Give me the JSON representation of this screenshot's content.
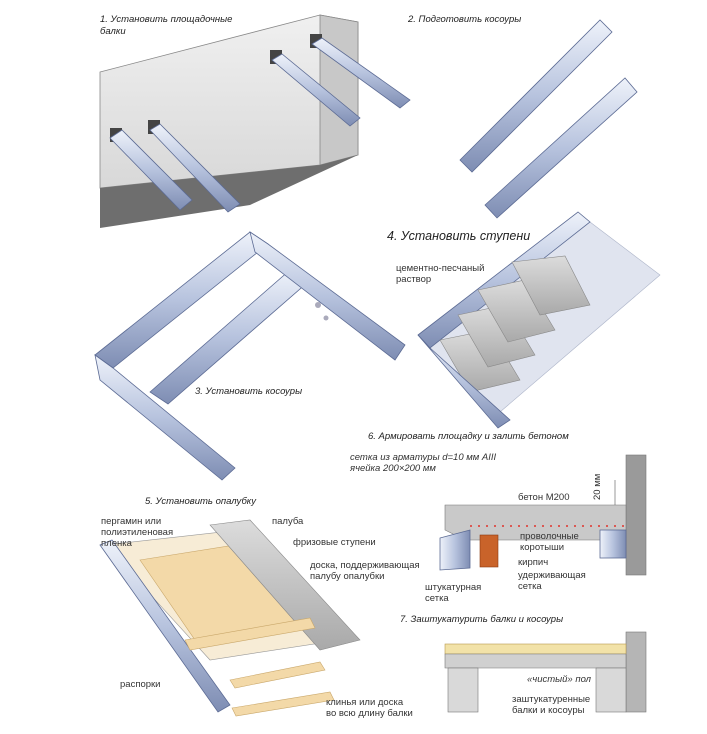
{
  "steps": {
    "s1": "1. Установить площадочные\nбалки",
    "s2": "2. Подготовить косоуры",
    "s3": "3. Установить косоуры",
    "s4": "4. Установить ступени",
    "s5": "5. Установить опалубку",
    "s6": "6. Армировать площадку и залить бетоном",
    "s7": "7. Заштукатурить балки и косоуры"
  },
  "labels_step4": {
    "mortar": "цементно-песчаный\nраствор"
  },
  "labels_step5": {
    "film": "пергамин или\nполиэтиленовая\nпленка",
    "deck": "палуба",
    "frieze_steps": "фризовые ступени",
    "support_board": "доска, поддерживающая\nпалубу опалубки",
    "spacers": "распорки",
    "wedges": "клинья или доска\nво всю длину балки"
  },
  "labels_step6": {
    "mesh": "сетка из арматуры d=10 мм AIII\nячейка 200×200 мм",
    "concrete": "бетон М200",
    "thickness": "20 мм",
    "wire_shims": "проволочные\nкоротыши",
    "brick": "кирпич",
    "retaining_mesh": "удерживающая\nсетка",
    "plaster_mesh": "штукатурная\nсетка"
  },
  "labels_step7": {
    "clean_floor": "«чистый» пол",
    "plastered": "заштукатуренные\nбалки и косоуры"
  },
  "colors": {
    "steel_light": "#dfe5f2",
    "steel_mid": "#a9b6d6",
    "steel_dark": "#6f7fa8",
    "wall": "#e8e8e8",
    "wall_shadow": "#7d7d7d",
    "concrete": "#d0d0d0",
    "wood": "#f3d9a8",
    "film": "#f7ecd6",
    "rebar": "#e0322c",
    "brick": "#c9632a"
  }
}
